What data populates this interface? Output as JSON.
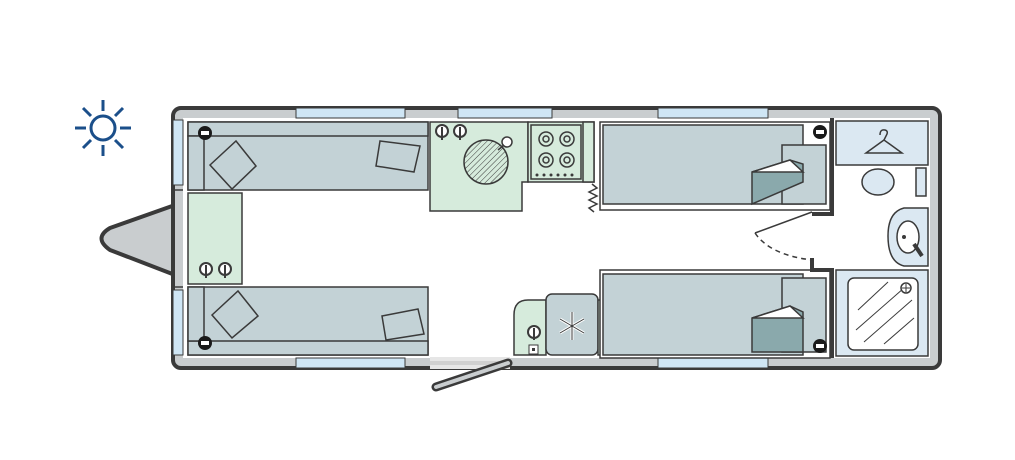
{
  "colors": {
    "wall": "#3a3a3a",
    "wall_fill": "#c9cdcf",
    "floor": "#ffffff",
    "upholstery": "#c3d2d6",
    "upholstery_dark": "#8aa9ac",
    "kitchen": "#d6ebdc",
    "washroom": "#dbe8f2",
    "window": "#cfe6f5",
    "icon_blue": "#1b4f8a",
    "line": "#3a3a3a"
  },
  "icons": {
    "sun": "sun-icon",
    "usb": "usb-socket-icon",
    "plug": "double-plug-socket-icon",
    "hob": "four-burner-hob-icon",
    "sink": "round-sink-icon",
    "fridge": "snowflake-fridge-icon",
    "toilet": "toilet-icon",
    "hanger": "hanger-icon",
    "shower": "shower-tray-icon",
    "basin": "basin-icon"
  },
  "rooms": [
    "front-lounge",
    "kitchen",
    "fixed-single-beds",
    "end-washroom"
  ]
}
